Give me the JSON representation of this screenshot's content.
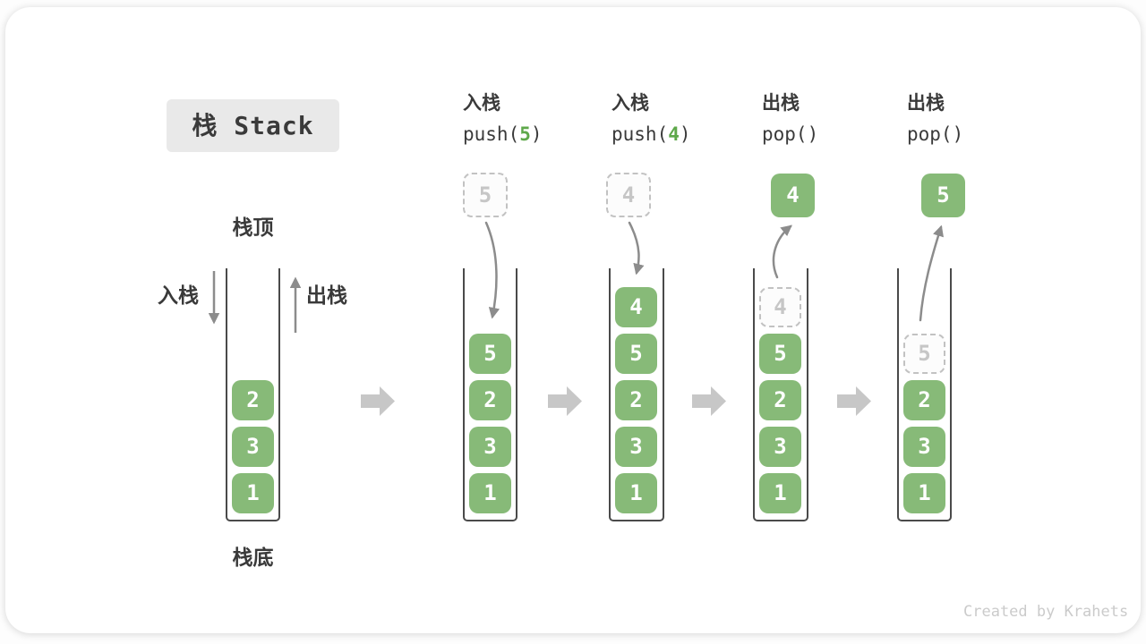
{
  "title": "栈 Stack",
  "watermark": "Created by Krahets",
  "legend": {
    "stack_top": "栈顶",
    "stack_bottom": "栈底",
    "push": "入栈",
    "pop": "出栈"
  },
  "colors": {
    "green": "#87ba78",
    "green-accent": "#5ea84a",
    "ink": "#3a3a3a",
    "arrow-gray": "#8c8c8c",
    "block-arrow": "#c7c7c7",
    "ghost-border": "#c2c2c2",
    "ghost-text": "#c6c6c6",
    "title-bg": "#e9e9e9",
    "watermark": "#cbcbcb",
    "container-border": "#4a4a4a"
  },
  "stages": [
    {
      "name": "initial",
      "blocks": [
        "2",
        "3",
        "1"
      ]
    },
    {
      "name": "push-5",
      "op": "入栈",
      "code_pre": "push(",
      "code_arg": "5",
      "code_post": ")",
      "incoming": "5",
      "blocks": [
        "5",
        "2",
        "3",
        "1"
      ]
    },
    {
      "name": "push-4",
      "op": "入栈",
      "code_pre": "push(",
      "code_arg": "4",
      "code_post": ")",
      "incoming": "4",
      "blocks": [
        "4",
        "5",
        "2",
        "3",
        "1"
      ]
    },
    {
      "name": "pop-4",
      "op": "出栈",
      "code_pre": "pop()",
      "code_arg": "",
      "code_post": "",
      "popped": "4",
      "ghost": "4",
      "blocks": [
        "5",
        "2",
        "3",
        "1"
      ]
    },
    {
      "name": "pop-5",
      "op": "出栈",
      "code_pre": "pop()",
      "code_arg": "",
      "code_post": "",
      "popped": "5",
      "ghost": "5",
      "blocks": [
        "2",
        "3",
        "1"
      ]
    }
  ]
}
